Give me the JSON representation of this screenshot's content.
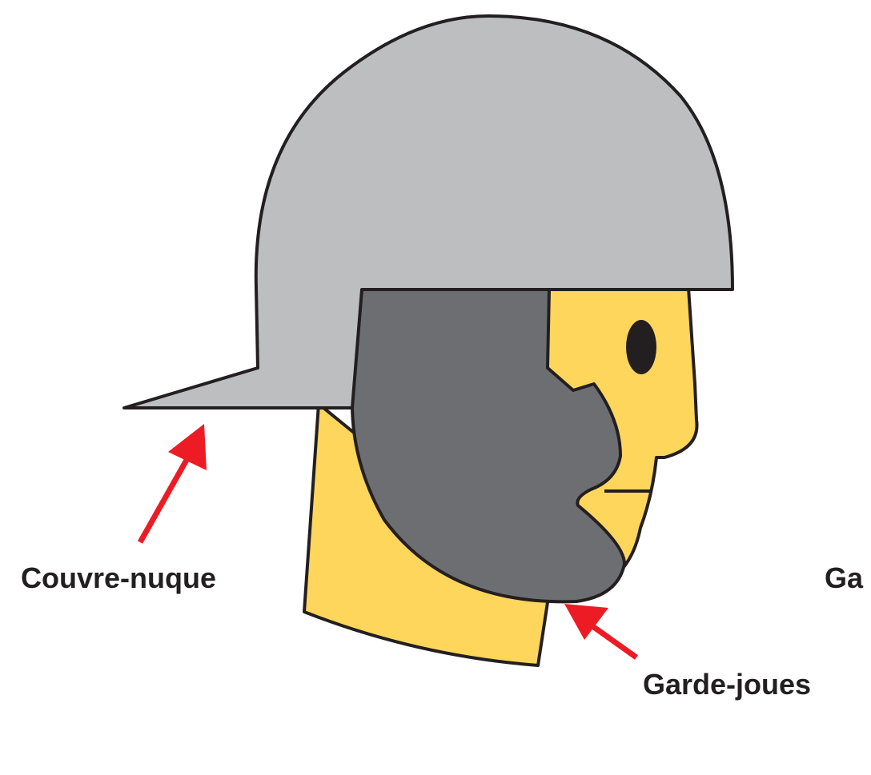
{
  "labels": {
    "neck_guard": "Couvre-nuque",
    "cheek_guards": "Garde-joues",
    "cut_off_label": "Ga"
  },
  "colors": {
    "helmet": "#bcbec0",
    "cheek_guard": "#6d6e71",
    "skin": "#fdd65b",
    "outline": "#231f20",
    "arrow": "#ed1c24",
    "background": "#ffffff"
  },
  "icons": {
    "arrow": "red-arrow-icon",
    "eye": "eye-icon"
  }
}
